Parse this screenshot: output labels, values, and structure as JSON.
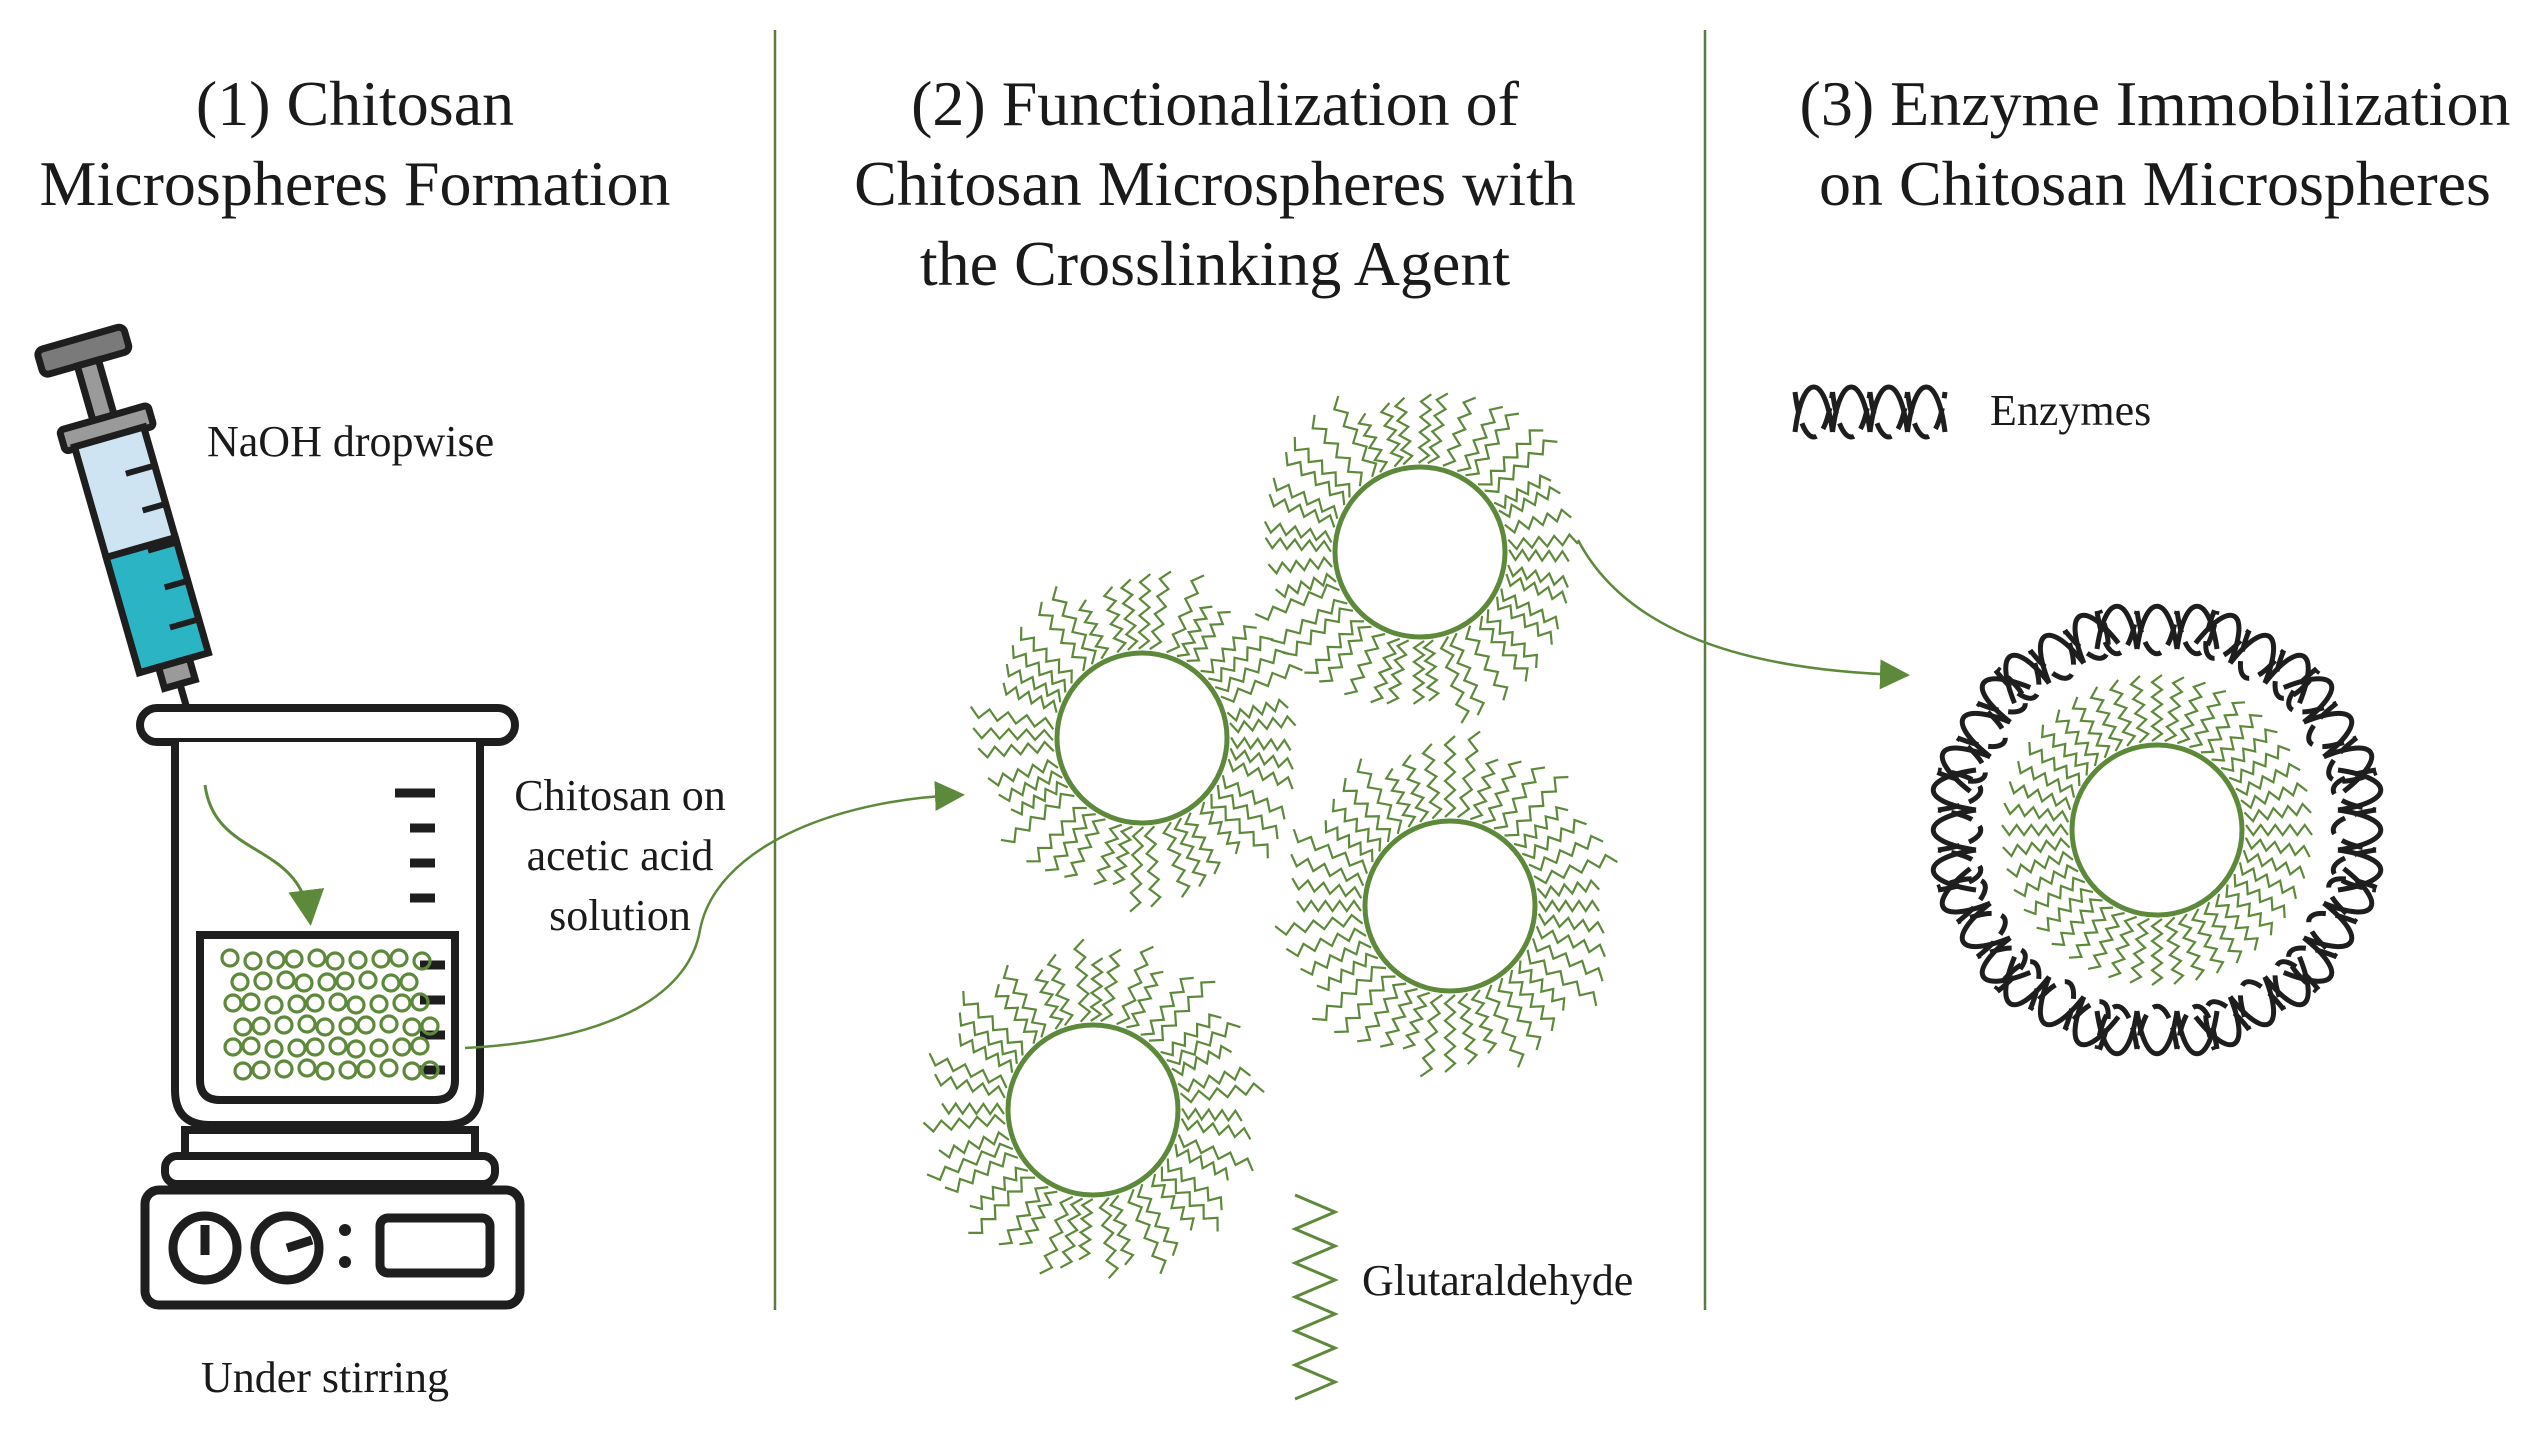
{
  "panels": [
    {
      "title_line1": "(1) Chitosan",
      "title_line2": "Microspheres Formation",
      "title_line3": ""
    },
    {
      "title_line1": "(2) Functionalization of",
      "title_line2": "Chitosan Microspheres with",
      "title_line3": "the Crosslinking Agent"
    },
    {
      "title_line1": "(3) Enzyme Immobilization",
      "title_line2": "on Chitosan Microspheres",
      "title_line3": ""
    }
  ],
  "labels": {
    "naoh": "NaOH dropwise",
    "chitosan_line1": "Chitosan on",
    "chitosan_line2": "acetic acid",
    "chitosan_line3": "solution",
    "stirring": "Under stirring",
    "glutaraldehyde": "Glutaraldehyde",
    "enzymes": "Enzymes"
  },
  "colors": {
    "green": "#5d8a3a",
    "teal": "#2bb5c4",
    "light_blue": "#cfe4f2",
    "dark": "#1e1e1e"
  }
}
